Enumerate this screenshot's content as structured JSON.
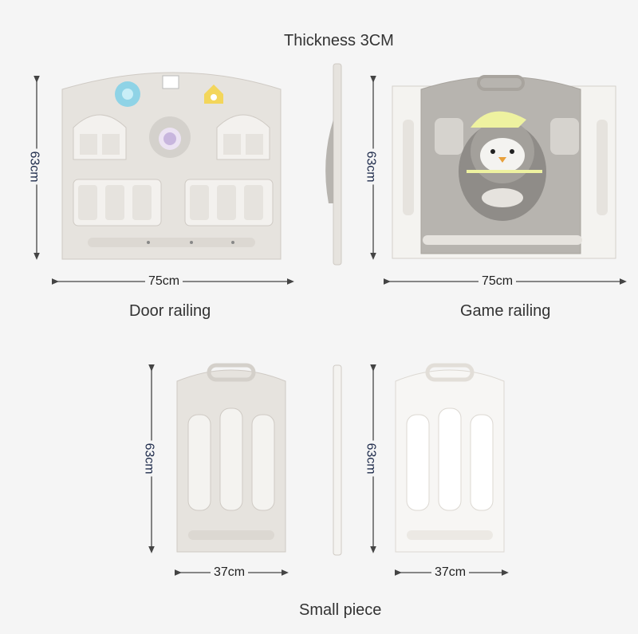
{
  "thickness_label": "Thickness 3CM",
  "panels": {
    "door_railing": {
      "name": "Door railing",
      "width": "75cm",
      "height": "63cm"
    },
    "game_railing": {
      "name": "Game railing",
      "width": "75cm",
      "height": "63cm"
    },
    "small_piece": {
      "name": "Small piece",
      "width": "37cm",
      "height": "63cm"
    },
    "small_piece_right": {
      "width": "37cm",
      "height": "63cm"
    }
  },
  "colors": {
    "panel": "#e6e3de",
    "panel_light": "#f4f3f0",
    "panel_gray": "#b7b4af",
    "window": "#f3f1ee",
    "toy_blue": "#8fd3e6",
    "toy_yellow": "#f3d65b",
    "penguin_hat": "#eef2a0"
  }
}
